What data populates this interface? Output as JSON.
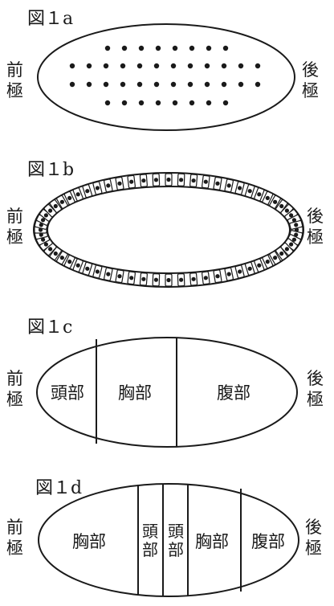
{
  "panels": [
    {
      "title": "図１a",
      "anterior": [
        "前",
        "極"
      ],
      "posterior": [
        "後",
        "極"
      ]
    },
    {
      "title": "図１b",
      "anterior": [
        "前",
        "極"
      ],
      "posterior": [
        "後",
        "極"
      ]
    },
    {
      "title": "図１c",
      "anterior": [
        "前",
        "極"
      ],
      "posterior": [
        "後",
        "極"
      ],
      "regions": [
        "頭部",
        "胸部",
        "腹部"
      ]
    },
    {
      "title": "図１d",
      "anterior": [
        "前",
        "極"
      ],
      "posterior": [
        "後",
        "極"
      ],
      "regions": [
        "胸部",
        "頭部",
        "頭部",
        "胸部",
        "腹部"
      ]
    }
  ]
}
